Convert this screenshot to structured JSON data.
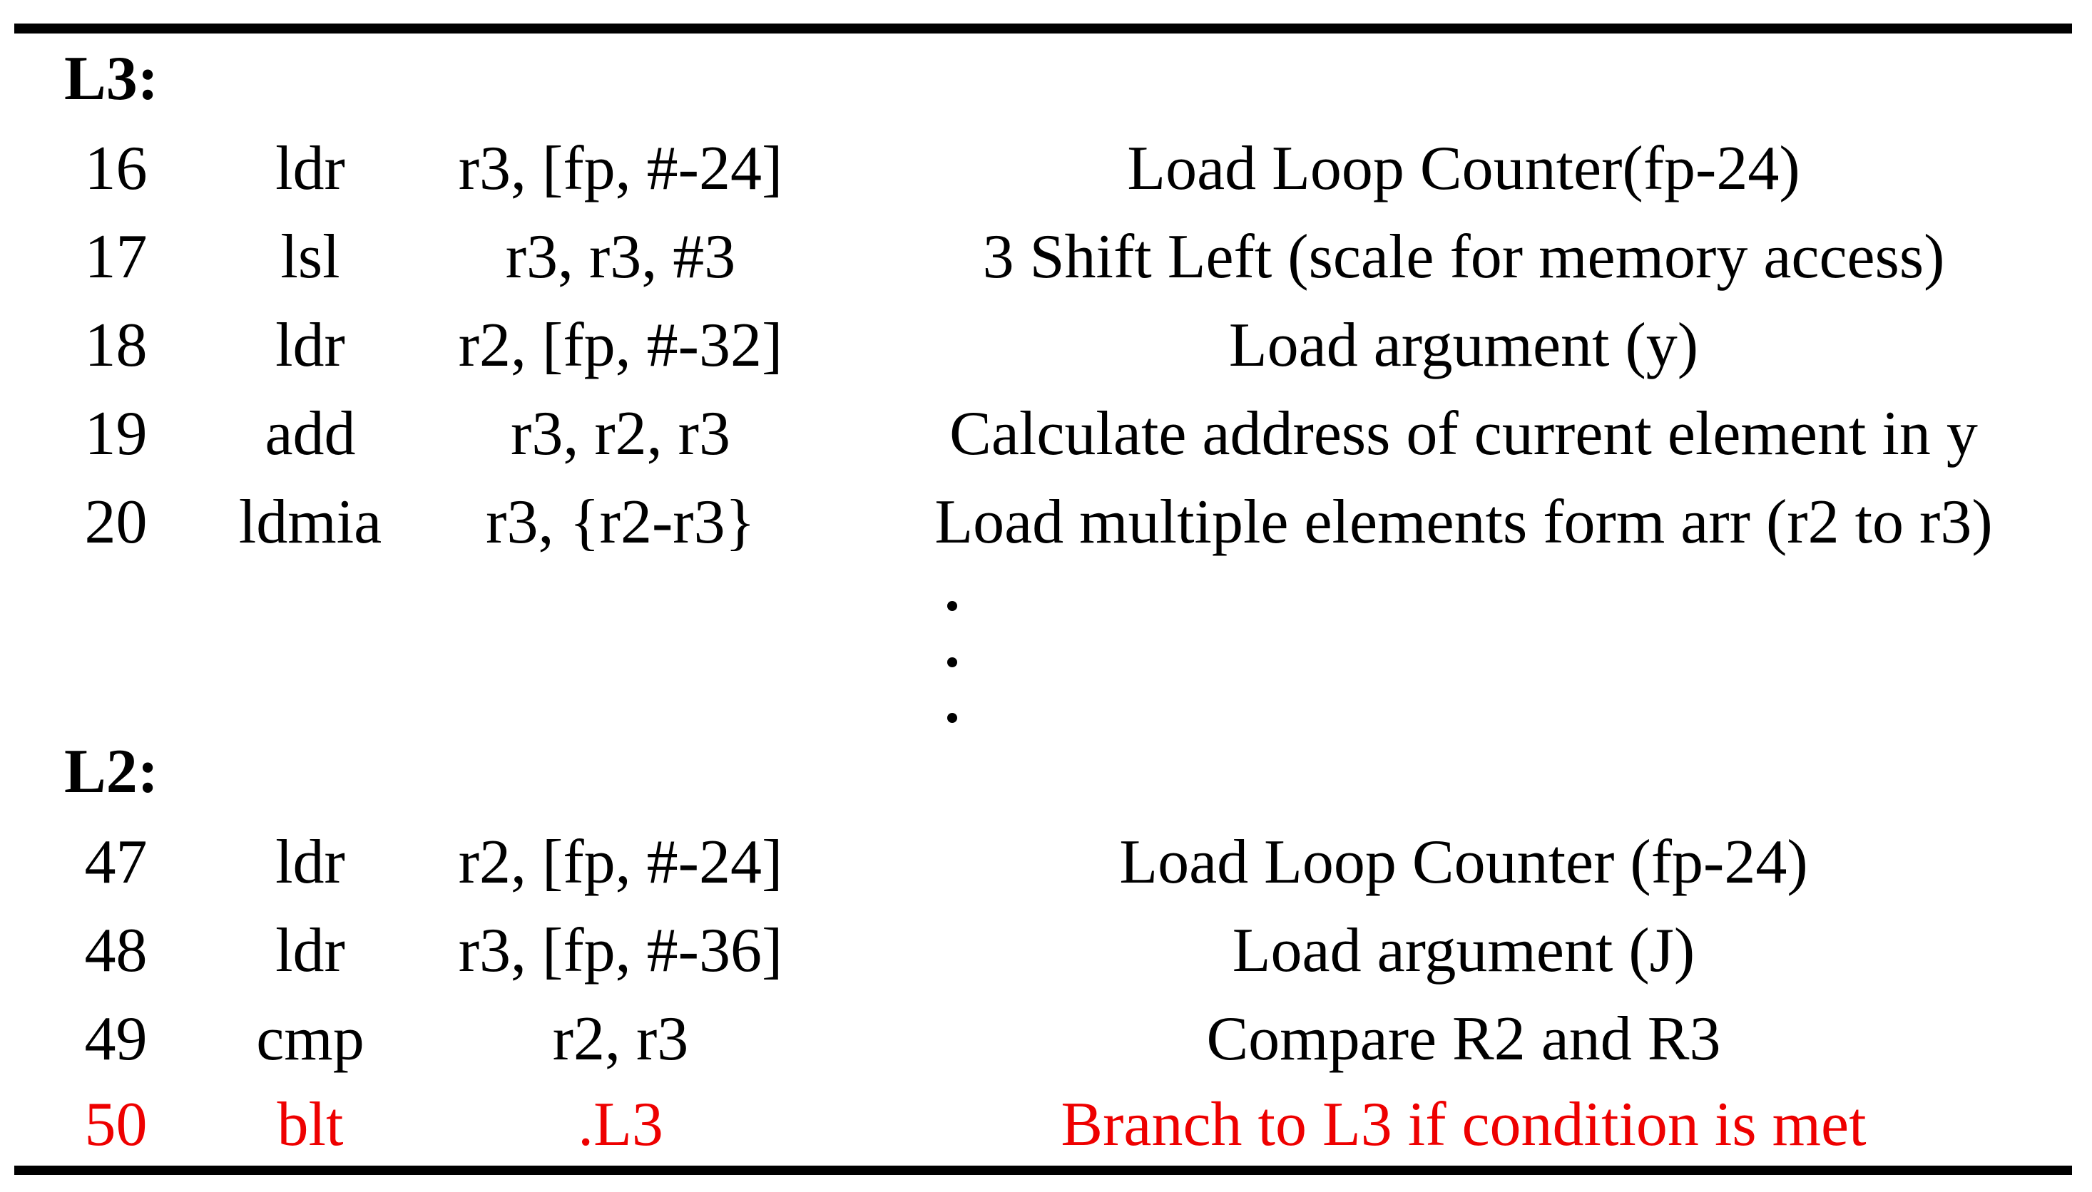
{
  "colors": {
    "text_black": "#000000",
    "rule_black": "#000000",
    "highlight_red": "#ee0000"
  },
  "table": {
    "vertical_ellipsis": "⋮",
    "sections": [
      {
        "label": "L3:",
        "rows": [
          {
            "line": "16",
            "mnemonic": "ldr",
            "operands": "r3, [fp, #-24]",
            "comment": "Load Loop Counter(fp-24)",
            "highlight": false
          },
          {
            "line": "17",
            "mnemonic": "lsl",
            "operands": "r3, r3, #3",
            "comment": "3 Shift Left (scale for memory access)",
            "highlight": false
          },
          {
            "line": "18",
            "mnemonic": "ldr",
            "operands": "r2, [fp, #-32]",
            "comment": "Load argument (y)",
            "highlight": false
          },
          {
            "line": "19",
            "mnemonic": "add",
            "operands": "r3, r2, r3",
            "comment": "Calculate address of current element in y",
            "highlight": false
          },
          {
            "line": "20",
            "mnemonic": "ldmia",
            "operands": "r3, {r2-r3}",
            "comment": "Load multiple elements form arr (r2 to r3)",
            "highlight": false
          }
        ]
      },
      {
        "label": "L2:",
        "rows": [
          {
            "line": "47",
            "mnemonic": "ldr",
            "operands": "r2, [fp, #-24]",
            "comment": "Load Loop Counter (fp-24)",
            "highlight": false
          },
          {
            "line": "48",
            "mnemonic": "ldr",
            "operands": "r3, [fp, #-36]",
            "comment": "Load argument (J)",
            "highlight": false
          },
          {
            "line": "49",
            "mnemonic": "cmp",
            "operands": "r2, r3",
            "comment": "Compare R2 and R3",
            "highlight": false
          },
          {
            "line": "50",
            "mnemonic": "blt",
            "operands": ".L3",
            "comment": "Branch to L3 if condition is met",
            "highlight": true
          }
        ]
      }
    ]
  }
}
